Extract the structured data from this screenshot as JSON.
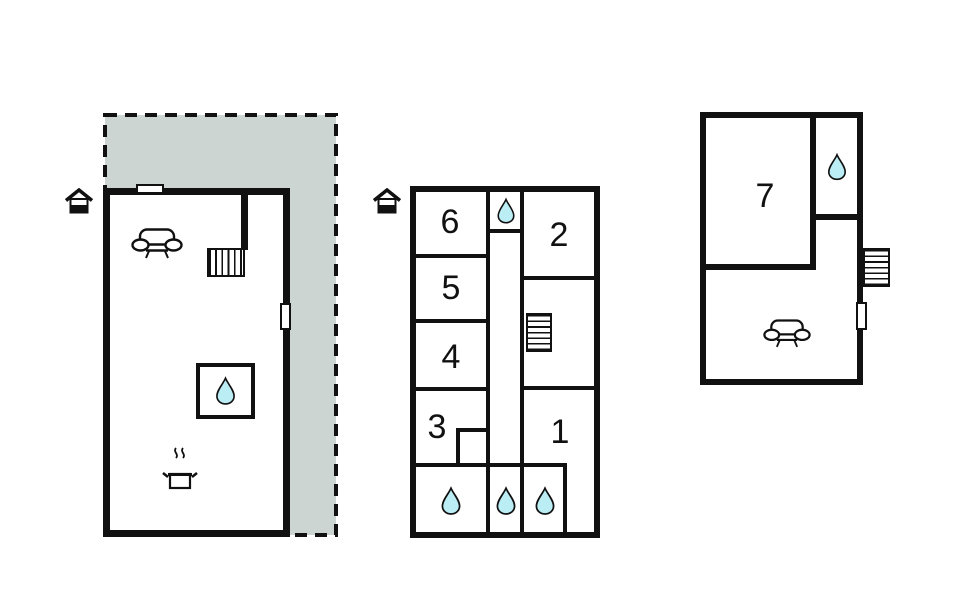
{
  "plan": {
    "kind": "vacation-home-floor-plan",
    "palette": {
      "wall": "#111111",
      "terrace_fill": "#ccd5d2",
      "water_fill": "#bbedf5",
      "paper": "#ffffff"
    },
    "rooms": {
      "r1": {
        "label": "1"
      },
      "r2": {
        "label": "2"
      },
      "r3": {
        "label": "3"
      },
      "r4": {
        "label": "4"
      },
      "r5": {
        "label": "5"
      },
      "r6": {
        "label": "6"
      },
      "r7": {
        "label": "7"
      }
    },
    "icons": {
      "entrance": "house-icon",
      "bathroom": "water-drop-icon",
      "stairs": "stairs-icon",
      "living": "sofa-icon",
      "kitchen": "stove-pot-icon"
    }
  }
}
